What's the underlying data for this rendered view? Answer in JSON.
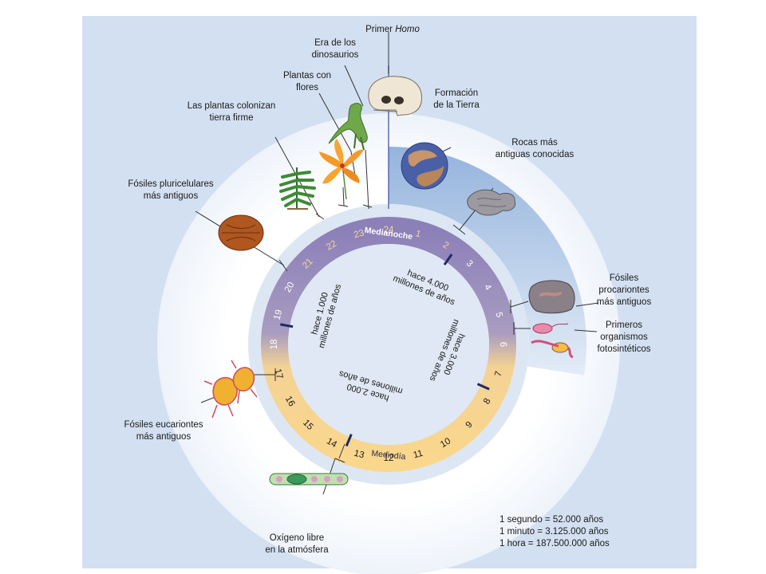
{
  "clock": {
    "hours": [
      "1",
      "2",
      "3",
      "4",
      "5",
      "6",
      "7",
      "8",
      "9",
      "10",
      "11",
      "12",
      "13",
      "14",
      "15",
      "16",
      "17",
      "18",
      "19",
      "20",
      "21",
      "22",
      "23",
      "24"
    ],
    "midnight": "Medianoche",
    "noon": "Mediodía",
    "inner_labels": [
      {
        "line1": "hace 4.000",
        "line2": "millones de años"
      },
      {
        "line1": "hace 3.000",
        "line2": "millones de años"
      },
      {
        "line1": "hace 2.000",
        "line2": "millones de años"
      },
      {
        "line1": "hace 1.000",
        "line2": "millones de años"
      }
    ]
  },
  "events": {
    "primer_homo_1": "Primer ",
    "primer_homo_2": "Homo",
    "dinosaurios_1": "Era de los",
    "dinosaurios_2": "dinosaurios",
    "plantas_flores_1": "Plantas con",
    "plantas_flores_2": "flores",
    "tierra_firme_1": "Las plantas colonizan",
    "tierra_firme_2": "tierra firme",
    "formacion_1": "Formación",
    "formacion_2": "de la Tierra",
    "rocas_1": "Rocas más",
    "rocas_2": "antiguas conocidas",
    "pluricelulares_1": "Fósiles pluricelulares",
    "pluricelulares_2": "más antiguos",
    "procariontes_1": "Fósiles",
    "procariontes_2": "procariontes",
    "procariontes_3": "más antiguos",
    "fotosinteticos_1": "Primeros",
    "fotosinteticos_2": "organismos",
    "fotosinteticos_3": "fotosintéticos",
    "eucariontes_1": "Fósiles eucariontes",
    "eucariontes_2": "más antiguos",
    "oxigeno_1": "Oxígeno libre",
    "oxigeno_2": "en la atmósfera"
  },
  "scale": {
    "line1": "1 segundo  =  52.000 años",
    "line2": "1 minuto = 3.125.000 años",
    "line3": "1 hora  =  187.500.000 años"
  },
  "colors": {
    "night": "#8b80b8",
    "day": "#f8d488",
    "panel": "#d3e0f1",
    "tick": "#1f2a6b"
  }
}
